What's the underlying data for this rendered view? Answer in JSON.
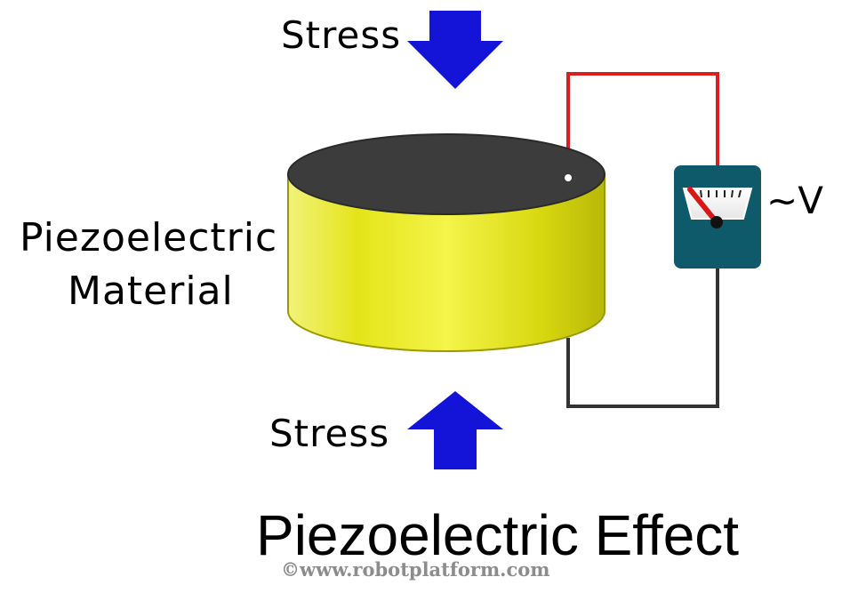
{
  "labels": {
    "stress_top": "Stress",
    "stress_bottom": "Stress",
    "material_line1": "Piezoelectric",
    "material_line2": "Material",
    "voltage": "~V",
    "title": "Piezoelectric Effect",
    "copyright": "©www.robotplatform.com"
  },
  "icons": {
    "force_arrow_top": "arrow-down-icon",
    "force_arrow_bottom": "arrow-up-icon",
    "meter": "voltmeter-icon"
  },
  "colors": {
    "arrow": "#1414d8",
    "cylinder_side": "#e6e61a",
    "cylinder_top": "#3c3c3c",
    "wire_positive": "#dc1e1e",
    "wire_negative": "#333333",
    "meter_body": "#0e5a6a",
    "meter_needle": "#d81818"
  }
}
